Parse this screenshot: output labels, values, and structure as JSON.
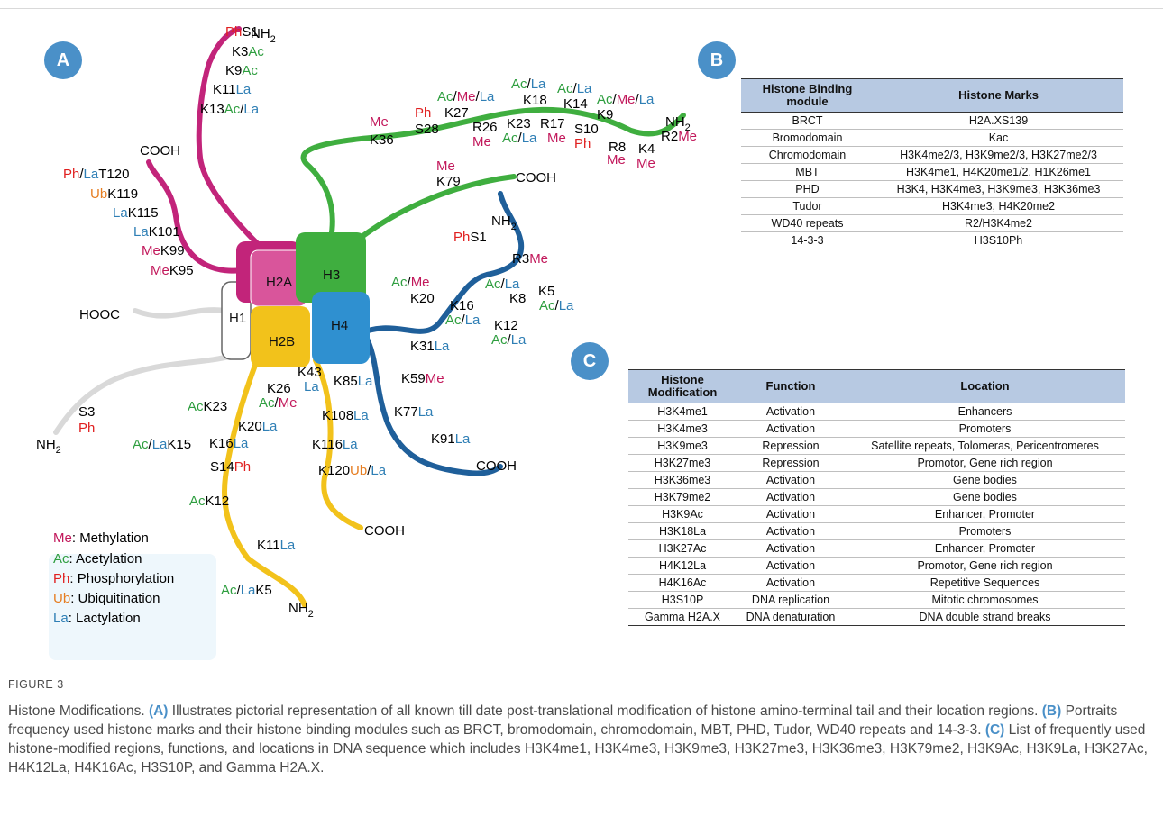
{
  "panel_labels": {
    "a": "A",
    "b": "B",
    "c": "C"
  },
  "core": {
    "h1": "H1",
    "h2a": "H2A",
    "h3": "H3",
    "h2b": "H2B",
    "h4": "H4"
  },
  "termini": {
    "nh2": "NH",
    "sub2": "2",
    "cooh": "COOH",
    "hooc": "HOOC"
  },
  "mods": {
    "me": "Me",
    "ac": "Ac",
    "ph": "Ph",
    "ub": "Ub",
    "la": "La",
    "slash": "/"
  },
  "sites": {
    "S1": "S1",
    "K3": "K3",
    "K9": "K9",
    "K11": "K11",
    "K13": "K13",
    "K36": "K36",
    "S28": "S28",
    "K27": "K27",
    "R26": "R26",
    "K18": "K18",
    "K23": "K23",
    "R17": "R17",
    "K14": "K14",
    "S10": "S10",
    "R8": "R8",
    "K4": "K4",
    "R2": "R2",
    "K79": "K79",
    "T120": "T120",
    "K119": "K119",
    "K115": "K115",
    "K101": "K101",
    "K99": "K99",
    "K95": "K95",
    "R3": "R3",
    "K20": "K20",
    "K5": "K5",
    "K8": "K8",
    "K16": "K16",
    "K12": "K12",
    "K31": "K31",
    "K59": "K59",
    "K43": "K43",
    "K85": "K85",
    "K26": "K26",
    "K108": "K108",
    "K77": "K77",
    "K116": "K116",
    "K91": "K91",
    "K120": "K120",
    "K15": "K15",
    "S14": "S14",
    "S3": "S3"
  },
  "legend": [
    {
      "abbr": "Me",
      "text": "Methylation",
      "color": "#c2185b"
    },
    {
      "abbr": "Ac",
      "text": "Acetylation",
      "color": "#2e9e3f"
    },
    {
      "abbr": "Ph",
      "text": "Phosphorylation",
      "color": "#e02020"
    },
    {
      "abbr": "Ub",
      "text": "Ubiquitination",
      "color": "#e67e22"
    },
    {
      "abbr": "La",
      "text": "Lactylation",
      "color": "#2f7fb5"
    }
  ],
  "table_b": {
    "headers": [
      "Histone Binding module",
      "Histone Marks"
    ],
    "rows": [
      [
        "BRCT",
        "H2A.XS139"
      ],
      [
        "Bromodomain",
        "Kac"
      ],
      [
        "Chromodomain",
        "H3K4me2/3, H3K9me2/3, H3K27me2/3"
      ],
      [
        "MBT",
        "H3K4me1, H4K20me1/2, H1K26me1"
      ],
      [
        "PHD",
        "H3K4, H3K4me3, H3K9me3, H3K36me3"
      ],
      [
        "Tudor",
        "H3K4me3, H4K20me2"
      ],
      [
        "WD40 repeats",
        "R2/H3K4me2"
      ],
      [
        "14-3-3",
        "H3S10Ph"
      ]
    ]
  },
  "table_c": {
    "headers": [
      "Histone Modification",
      "Function",
      "Location"
    ],
    "rows": [
      [
        "H3K4me1",
        "Activation",
        "Enhancers"
      ],
      [
        "H3K4me3",
        "Activation",
        "Promoters"
      ],
      [
        "H3K9me3",
        "Repression",
        "Satellite repeats, Tolomeras, Pericentromeres"
      ],
      [
        "H3K27me3",
        "Repression",
        "Promotor, Gene rich region"
      ],
      [
        "H3K36me3",
        "Activation",
        "Gene bodies"
      ],
      [
        "H3K79me2",
        "Activation",
        "Gene bodies"
      ],
      [
        "H3K9Ac",
        "Activation",
        "Enhancer, Promoter"
      ],
      [
        "H3K18La",
        "Activation",
        "Promoters"
      ],
      [
        "H3K27Ac",
        "Activation",
        "Enhancer, Promoter"
      ],
      [
        "H4K12La",
        "Activation",
        "Promotor, Gene rich region"
      ],
      [
        "H4K16Ac",
        "Activation",
        "Repetitive Sequences"
      ],
      [
        "H3S10P",
        "DNA replication",
        "Mitotic chromosomes"
      ],
      [
        "Gamma H2A.X",
        "DNA denaturation",
        "DNA double strand breaks"
      ]
    ]
  },
  "caption": {
    "figure_label": "FIGURE 3",
    "intro": "Histone Modifications.",
    "a_tag": "(A)",
    "a_text": "Illustrates pictorial representation of all known till date post-translational modification of histone amino-terminal tail and their location regions.",
    "b_tag": "(B)",
    "b_text": "Portraits frequency used histone marks and their histone binding modules such as BRCT, bromodomain, chromodomain, MBT, PHD, Tudor, WD40 repeats and 14-3-3.",
    "c_tag": "(C)",
    "c_text": "List of frequently used histone-modified regions, functions, and locations in DNA sequence which includes H3K4me1, H3K4me3, H3K9me3, H3K27me3, H3K36me3, H3K79me2, H3K9Ac, H3K9La, H3K27Ac, H4K12La, H4K16Ac, H3S10P, and Gamma H2A.X."
  },
  "colors": {
    "me": "#c2185b",
    "ac": "#2e9e3f",
    "ph": "#e02020",
    "ub": "#e67e22",
    "la": "#2f7fb5",
    "h2a": "#c2247a",
    "h3": "#3fae3f",
    "h2b": "#f2c21b",
    "h4": "#1f5f9a",
    "h1": "#d9d9d9",
    "panel": "#4a90c8",
    "table_header": "#b7c9e2"
  }
}
